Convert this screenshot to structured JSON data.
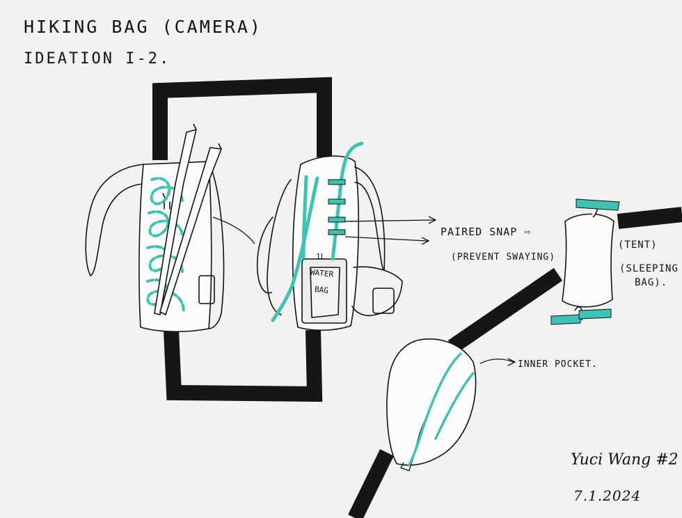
{
  "title": {
    "line1": "HIKING BAG (CAMERA)",
    "line2": "IDEATION I-2."
  },
  "annotations": {
    "paired_snap": "PAIRED SNAP ⇨",
    "prevent_swaying": "(PREVENT SWAYING)",
    "tent": "(TENT)",
    "sleeping_bag_1": "(SLEEPING",
    "sleeping_bag_2": "BAG).",
    "inner_pocket": "INNER POCKET.",
    "water_bag_1": "WATER",
    "water_bag_2": "BAG",
    "water_volume": "1L"
  },
  "signature": {
    "name": "Yuci Wang #2",
    "date": "7.1.2024"
  },
  "colors": {
    "paper": "#f2f2f0",
    "ink": "#111111",
    "marker_black": "#161616",
    "accent_teal": "#3cc3b4"
  }
}
